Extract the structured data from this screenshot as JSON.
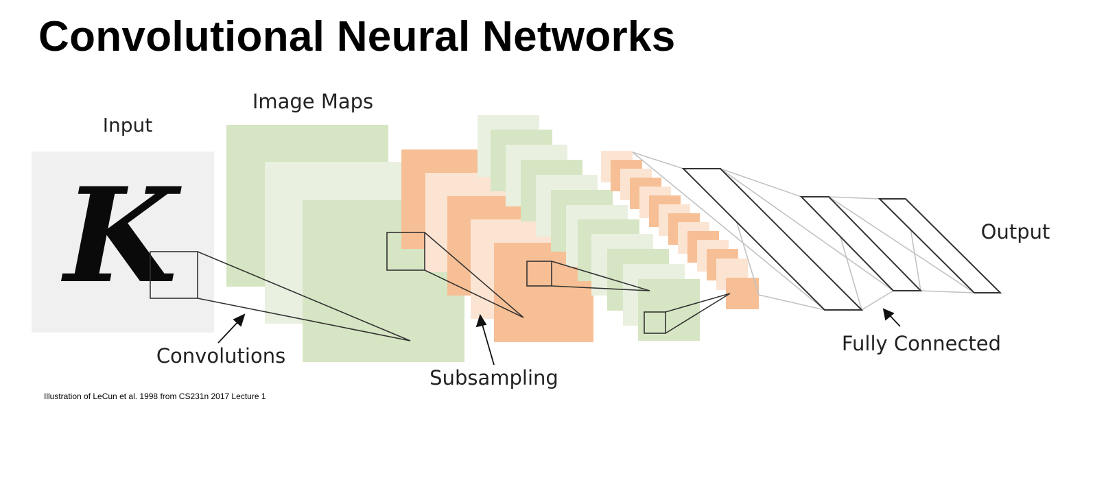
{
  "title": "Convolutional Neural Networks",
  "diagram": {
    "input_label": "Input",
    "input_glyph": "K",
    "image_maps_label": "Image Maps",
    "convolutions_label": "Convolutions",
    "subsampling_label": "Subsampling",
    "fully_connected_label": "Fully Connected",
    "output_label": "Output"
  },
  "caption": "Illustration of LeCun et al. 1998 from CS231n 2017 Lecture 1",
  "colors": {
    "green": "#d6e5c3",
    "green_light": "#e9f0e0",
    "orange": "#f7bf95",
    "orange_light": "#fce4d3",
    "input_bg": "#f0f0f0",
    "line_dark": "#333333",
    "line_light": "#c2c2c2"
  }
}
